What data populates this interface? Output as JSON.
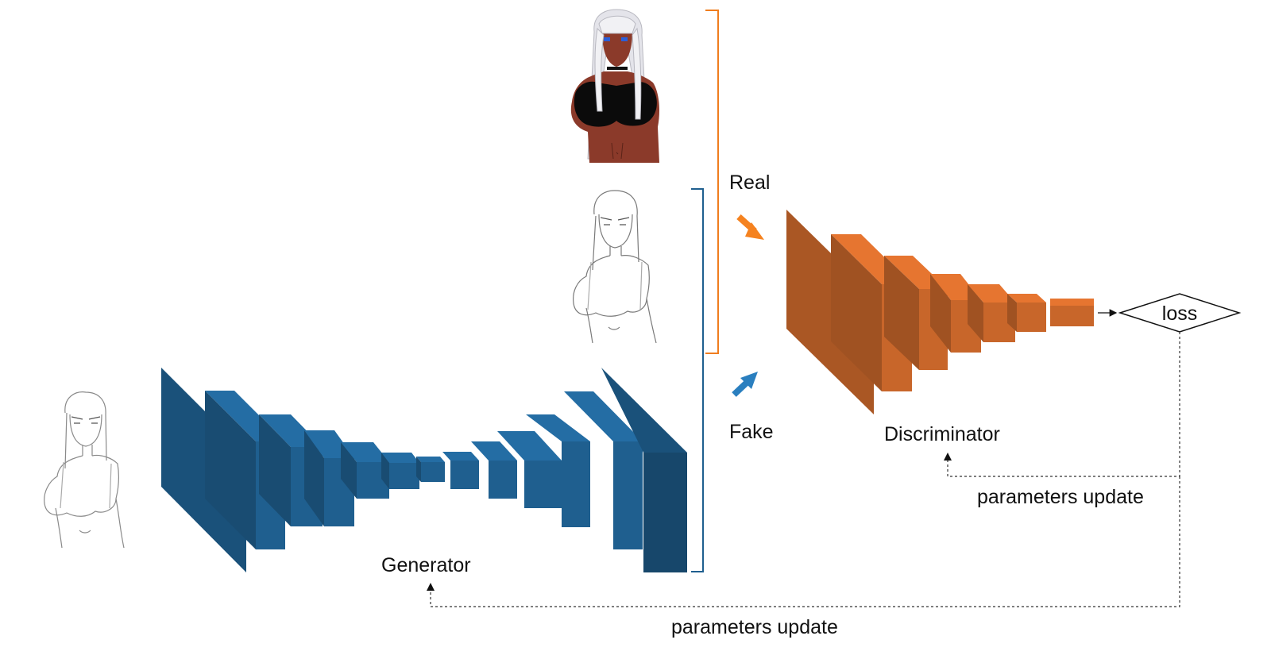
{
  "labels": {
    "real": "Real",
    "fake": "Fake",
    "generator": "Generator",
    "discriminator": "Discriminator",
    "loss": "loss",
    "param_update_discriminator": "parameters update",
    "param_update_generator": "parameters update"
  },
  "colors": {
    "generator_blue": "#1f5f8f",
    "discriminator_orange": "#c8662a",
    "real_bracket": "#f07d1e",
    "fake_bracket": "#1f5f8f",
    "real_arrow": "#f5821f",
    "fake_arrow": "#2a7fbf",
    "skin": "#8b3a2a",
    "hair": "#e6e6ea"
  },
  "images": {
    "input_sketch": "line-art character sketch",
    "real_image": "colored character illustration",
    "fake_image": "generated line-art character"
  }
}
